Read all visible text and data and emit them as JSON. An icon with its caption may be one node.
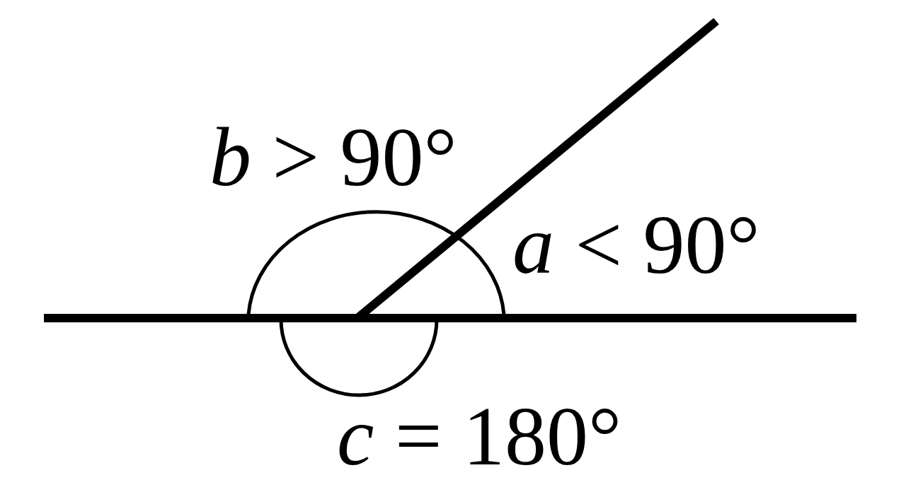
{
  "diagram": {
    "labels": [
      "*b* > 90°",
      "*a* < 90°",
      "*c* = 180°"
    ]
  }
}
